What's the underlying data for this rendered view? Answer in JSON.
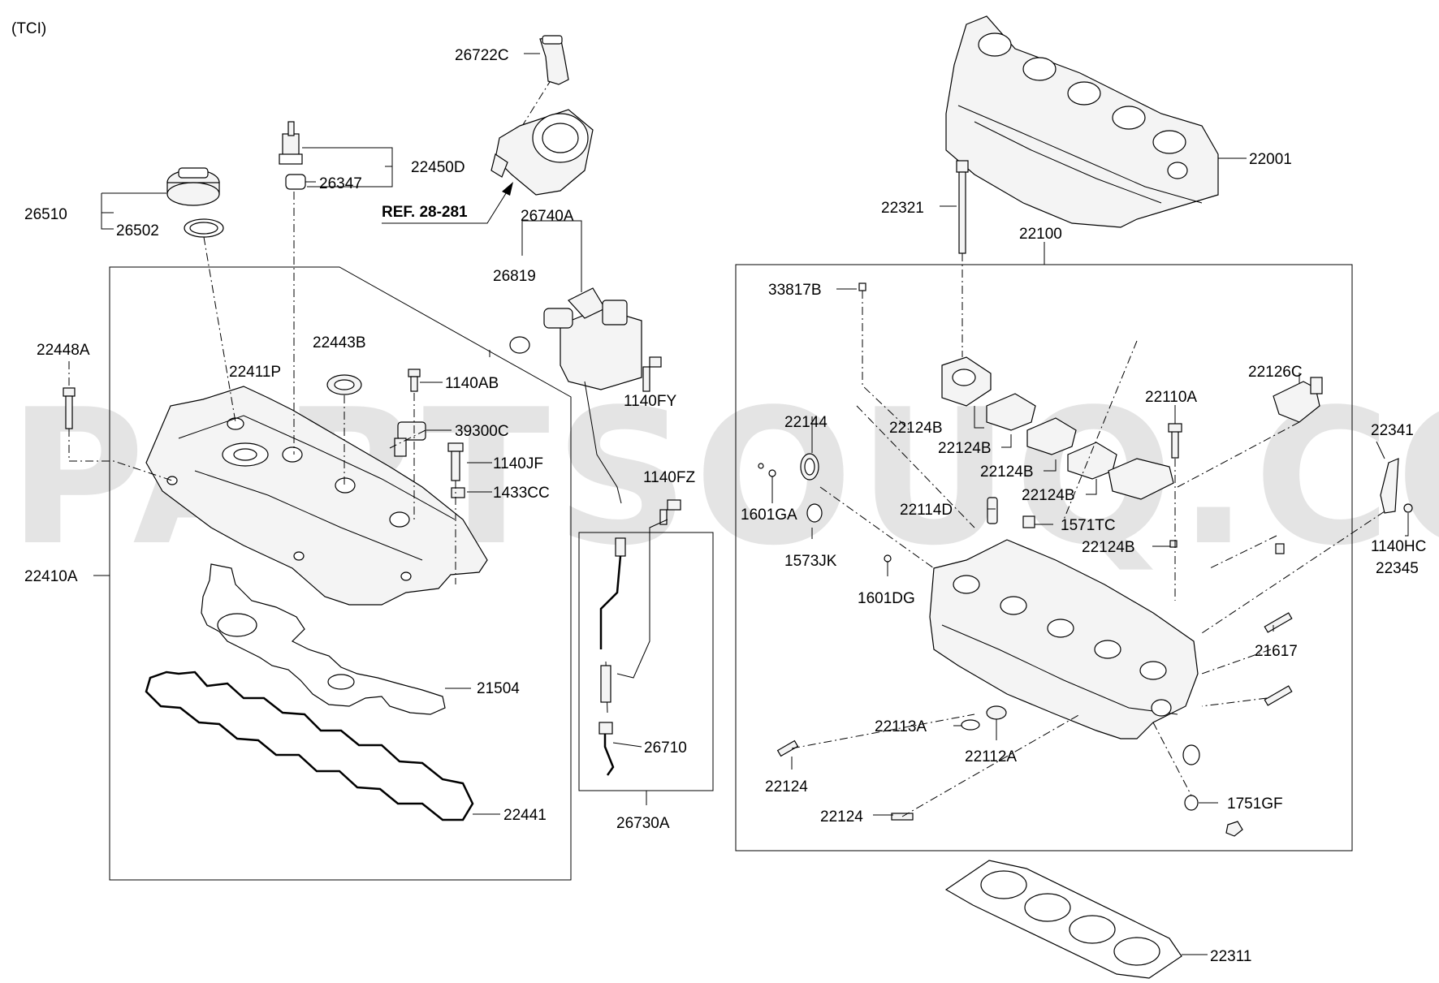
{
  "variant": "(TCI)",
  "watermark": "PARTSOUQ.COM",
  "reference": "REF. 28-281",
  "labels": {
    "p26722C": "26722C",
    "p22450D": "22450D",
    "p26347": "26347",
    "p26510": "26510",
    "p26502": "26502",
    "p26740A": "26740A",
    "p26819": "26819",
    "p22448A": "22448A",
    "p22411P": "22411P",
    "p22443B": "22443B",
    "p1140AB": "1140AB",
    "p1140FY": "1140FY",
    "p39300C": "39300C",
    "p1140JF": "1140JF",
    "p1433CC": "1433CC",
    "p1140FZ": "1140FZ",
    "p22410A": "22410A",
    "p21504": "21504",
    "p26710": "26710",
    "p22441": "22441",
    "p26730A": "26730A",
    "p22001": "22001",
    "p22321": "22321",
    "p22100": "22100",
    "p33817B": "33817B",
    "p22126C": "22126C",
    "p22144": "22144",
    "p22110A": "22110A",
    "p22124B_1": "22124B",
    "p22124B_2": "22124B",
    "p22124B_3": "22124B",
    "p22124B_4": "22124B",
    "p22124B_5": "22124B",
    "p22341": "22341",
    "p1601GA": "1601GA",
    "p22114D": "22114D",
    "p1571TC": "1571TC",
    "p1573JK": "1573JK",
    "p1140HC": "1140HC",
    "p22345": "22345",
    "p1601DG": "1601DG",
    "p21617": "21617",
    "p22113A": "22113A",
    "p22112A": "22112A",
    "p22124_1": "22124",
    "p22124_2": "22124",
    "p1751GF": "1751GF",
    "p22311": "22311"
  }
}
